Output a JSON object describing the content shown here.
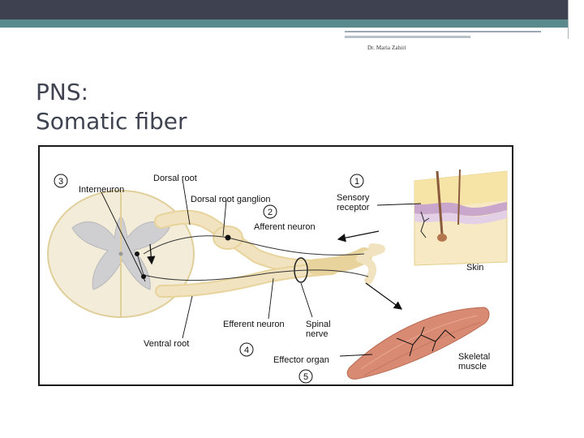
{
  "slide": {
    "author": "Dr. Maria Zahiri",
    "title_line1": "PNS:",
    "title_line2": "Somatic fiber"
  },
  "diagram": {
    "labels": {
      "interneuron": "Interneuron",
      "dorsal_root": "Dorsal root",
      "dorsal_root_ganglion": "Dorsal root ganglion",
      "afferent_neuron": "Afferent neuron",
      "sensory_receptor_line1": "Sensory",
      "sensory_receptor_line2": "receptor",
      "skin": "Skin",
      "efferent_neuron": "Efferent neuron",
      "spinal_nerve_line1": "Spinal",
      "spinal_nerve_line2": "nerve",
      "ventral_root": "Ventral root",
      "effector_organ": "Effector organ",
      "skeletal_muscle_line1": "Skeletal",
      "skeletal_muscle_line2": "muscle"
    },
    "step_numbers": {
      "n1": "1",
      "n2": "2",
      "n3": "3",
      "n4": "4",
      "n5": "5"
    },
    "colors": {
      "spinal_cord": "#f3ecd8",
      "gray_matter": "#cfcfd2",
      "nerve": "#f1e3bf",
      "skin_top": "#f6e4a6",
      "skin_layer": "#c9a6cc",
      "muscle": "#d98a72"
    }
  }
}
